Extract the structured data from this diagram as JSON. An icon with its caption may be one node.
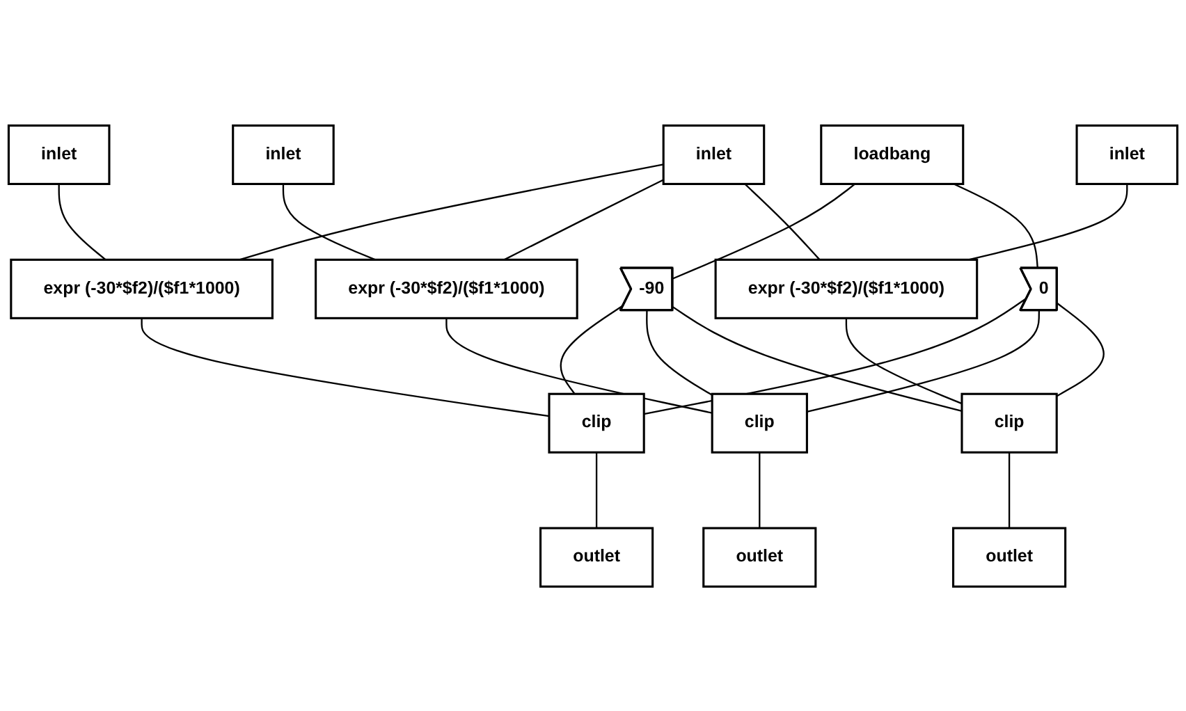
{
  "diagram": {
    "nodes": [
      {
        "text": [
          "inlet"
        ]
      },
      {
        "text": [
          "inlet"
        ]
      },
      {
        "text": [
          "inlet"
        ]
      },
      {
        "text": [
          "inlet"
        ]
      },
      {
        "text": [
          "expr (-30*$f2)/($f1*1000)"
        ]
      },
      {
        "text": [
          "expr (-30*$f2)/($f1*1000)"
        ]
      },
      {
        "text": [
          "expr (-30*$f2)/($f1*1000)"
        ]
      },
      {
        "text": [
          "loadbang"
        ]
      },
      {
        "text": [
          "-90"
        ]
      },
      {
        "text": [
          "0"
        ]
      },
      {
        "text": [
          "clip"
        ]
      },
      {
        "text": [
          "clip"
        ]
      },
      {
        "text": [
          "clip"
        ]
      },
      {
        "text": [
          "outlet"
        ]
      },
      {
        "text": [
          "outlet"
        ]
      },
      {
        "text": [
          "outlet"
        ]
      }
    ],
    "edges": [
      {
        "from": 0,
        "to": 4,
        "arrow": "none"
      },
      {
        "from": 1,
        "to": 5,
        "arrow": "none"
      },
      {
        "from": 2,
        "to": 6,
        "arrow": "none"
      },
      {
        "from": 3,
        "to": 4,
        "arrow": "none"
      },
      {
        "from": 3,
        "to": 5,
        "arrow": "none"
      },
      {
        "from": 3,
        "to": 6,
        "arrow": "none"
      },
      {
        "from": 4,
        "to": 10,
        "arrow": "none"
      },
      {
        "from": 5,
        "to": 11,
        "arrow": "none"
      },
      {
        "from": 6,
        "to": 12,
        "arrow": "none"
      },
      {
        "from": 7,
        "to": 8,
        "arrow": "none"
      },
      {
        "from": 7,
        "to": 9,
        "arrow": "none"
      },
      {
        "from": 8,
        "to": 10,
        "arrow": "none"
      },
      {
        "from": 8,
        "to": 11,
        "arrow": "none"
      },
      {
        "from": 8,
        "to": 12,
        "arrow": "none"
      },
      {
        "from": 9,
        "to": 10,
        "arrow": "none"
      },
      {
        "from": 9,
        "to": 11,
        "arrow": "none"
      },
      {
        "from": 9,
        "to": 12,
        "arrow": "none"
      },
      {
        "from": 10,
        "to": 13,
        "arrow": "none"
      },
      {
        "from": 11,
        "to": 14,
        "arrow": "none"
      },
      {
        "from": 12,
        "to": 15,
        "arrow": "none"
      }
    ]
  }
}
